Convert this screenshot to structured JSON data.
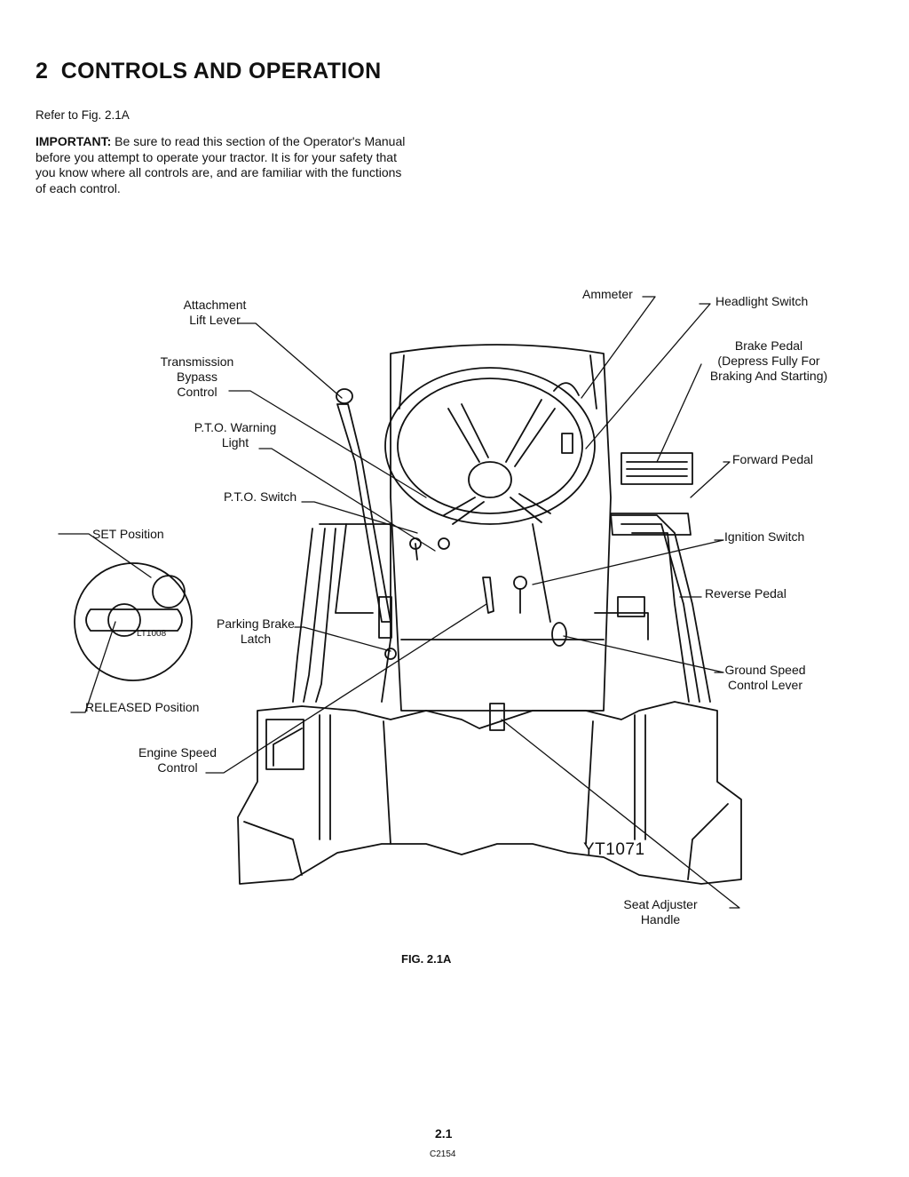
{
  "heading": {
    "number": "2",
    "title": "CONTROLS AND OPERATION"
  },
  "refer_text": "Refer to Fig. 2.1A",
  "important": {
    "label": "IMPORTANT:",
    "text": " Be sure to read this section of the Operator's Manual before you attempt to operate your tractor. It is for your safety that you know where all  controls are, and are familiar with the functions of each control."
  },
  "figure": {
    "image_id": "YT1071",
    "inset_id": "LT1008",
    "caption": "FIG. 2.1A",
    "labels": {
      "attachment_lift_lever": "Attachment\nLift Lever",
      "transmission_bypass": "Transmission\nBypass\nControl",
      "pto_warning_light": "P.T.O. Warning\nLight",
      "pto_switch": "P.T.O. Switch",
      "set_position": "SET Position",
      "released_position": "RELEASED Position",
      "parking_brake_latch": "Parking Brake\nLatch",
      "engine_speed_control": "Engine Speed\nControl",
      "ammeter": "Ammeter",
      "headlight_switch": "Headlight Switch",
      "brake_pedal": "Brake Pedal\n(Depress Fully For\nBraking And Starting)",
      "forward_pedal": "Forward Pedal",
      "ignition_switch": "Ignition Switch",
      "reverse_pedal": "Reverse Pedal",
      "ground_speed_control": "Ground Speed\nControl Lever",
      "seat_adjuster": "Seat Adjuster\nHandle"
    }
  },
  "footer": {
    "page": "2.1",
    "code": "C2154"
  }
}
